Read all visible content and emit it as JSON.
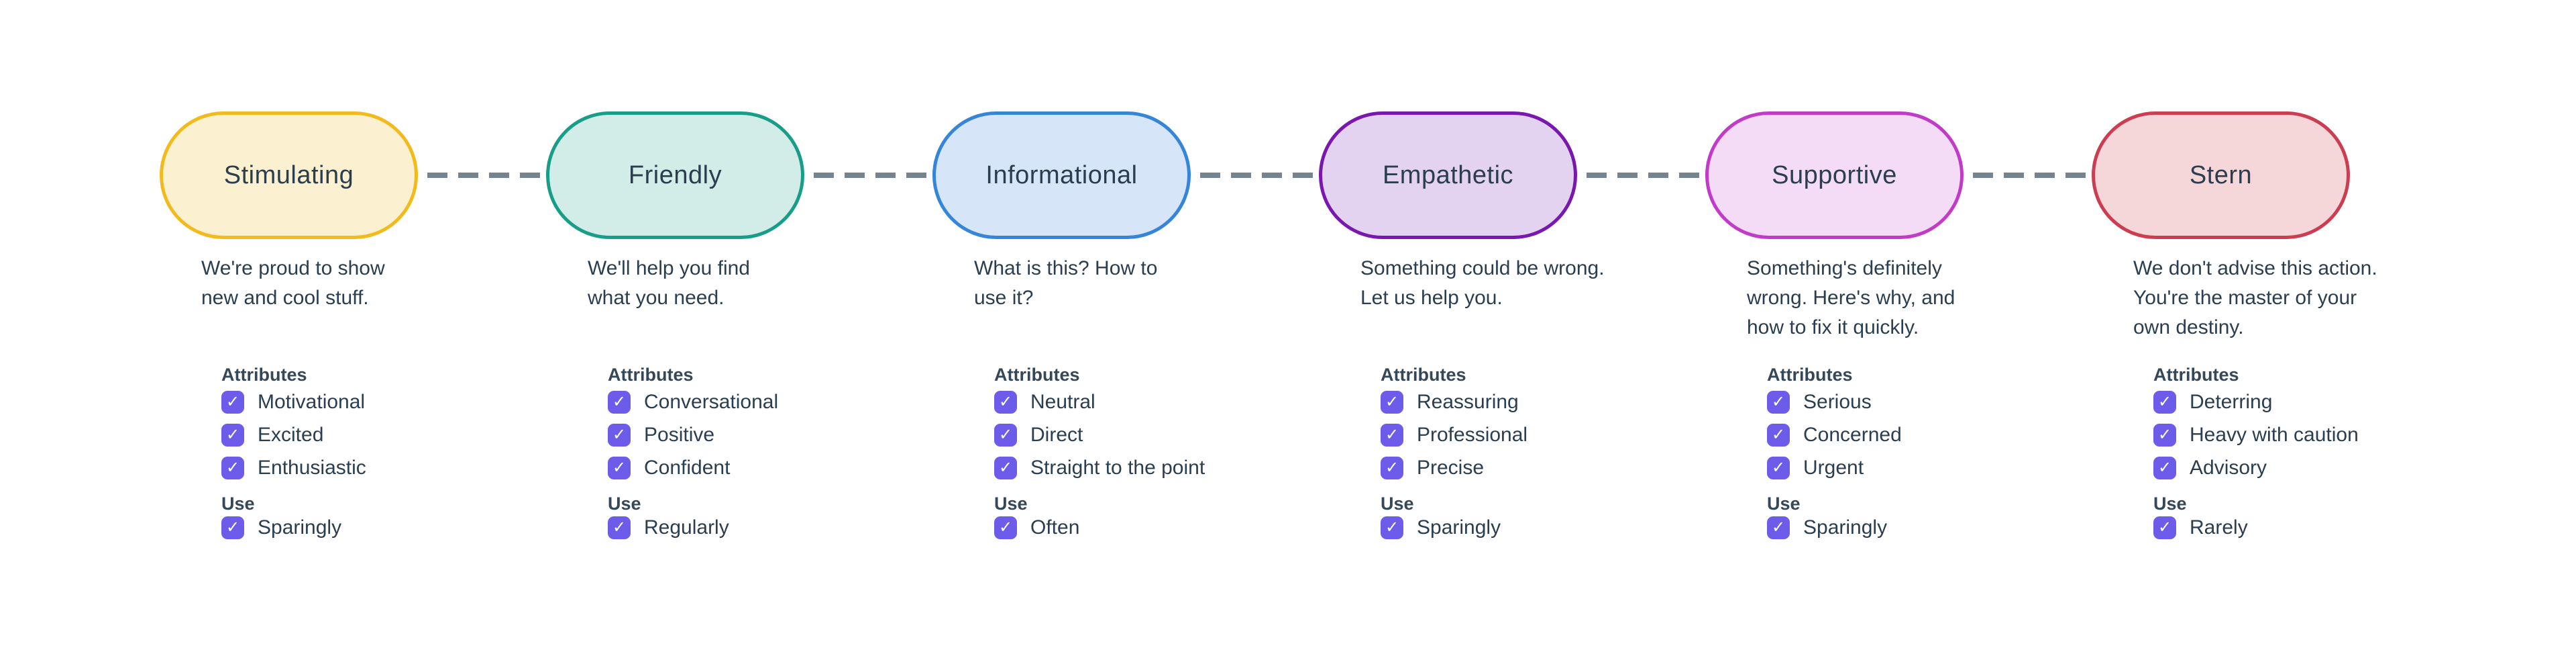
{
  "page": {
    "background": "#FFFFFF"
  },
  "labels": {
    "attributes_header": "Attributes",
    "use_header": "Use"
  },
  "connector": {
    "style": "dashed",
    "color": "#75828F"
  },
  "checkbox": {
    "color": "#6C5CE9",
    "check": "✓",
    "checked": true
  },
  "columns": [
    {
      "title": "Stimulating",
      "border_color": "#F2BB1D",
      "fill_color": "#FBF0D0",
      "description": "We're proud to show\nnew and cool stuff.",
      "attributes": [
        "Motivational",
        "Excited",
        "Enthusiastic"
      ],
      "use": "Sparingly"
    },
    {
      "title": "Friendly",
      "border_color": "#189E88",
      "fill_color": "#D2ECE7",
      "description": "We'll help you find\nwhat you need.",
      "attributes": [
        "Conversational",
        "Positive",
        "Confident"
      ],
      "use": "Regularly"
    },
    {
      "title": "Informational",
      "border_color": "#3585D8",
      "fill_color": "#D6E6F8",
      "description": "What is this? How to\nuse it?",
      "attributes": [
        "Neutral",
        "Direct",
        "Straight to the point"
      ],
      "use": "Often"
    },
    {
      "title": "Empathetic",
      "border_color": "#7818AE",
      "fill_color": "#E4D3F0",
      "description": "Something could be wrong.\nLet us help you.",
      "attributes": [
        "Reassuring",
        "Professional",
        "Precise"
      ],
      "use": "Sparingly"
    },
    {
      "title": "Supportive",
      "border_color": "#C23BC8",
      "fill_color": "#F5DCF6",
      "description": "Something's definitely\nwrong. Here's why, and\nhow to fix it quickly.",
      "attributes": [
        "Serious",
        "Concerned",
        "Urgent"
      ],
      "use": "Sparingly"
    },
    {
      "title": "Stern",
      "border_color": "#CB3E52",
      "fill_color": "#F5D7DA",
      "description": "We don't advise this action.\nYou're the master of your\nown destiny.",
      "attributes": [
        "Deterring",
        "Heavy with caution",
        "Advisory"
      ],
      "use": "Rarely"
    }
  ]
}
